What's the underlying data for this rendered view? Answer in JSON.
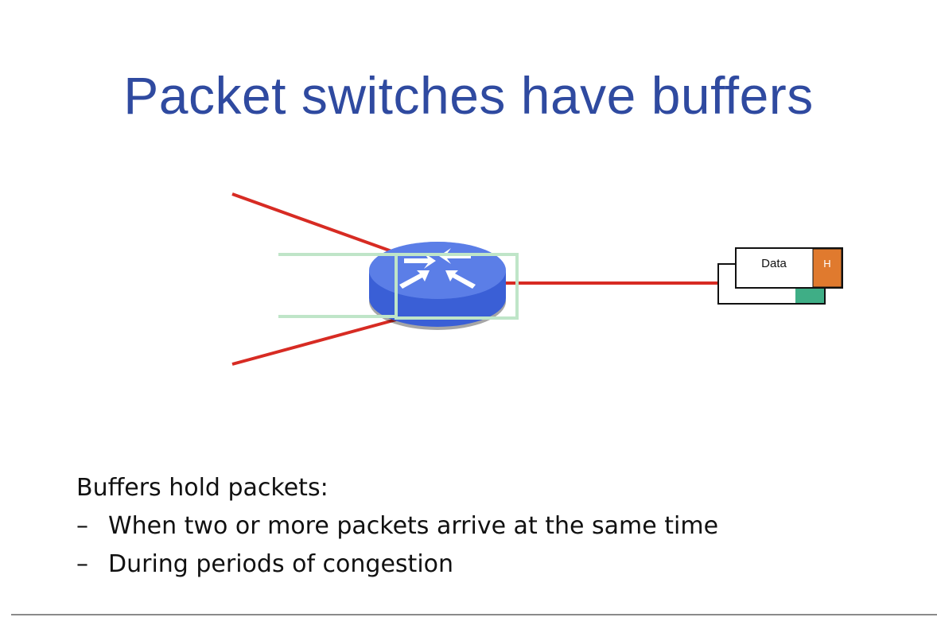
{
  "slide": {
    "title": "Packet switches have buffers"
  },
  "diagram": {
    "packet": {
      "data_label": "Data",
      "header_label": "H"
    },
    "colors": {
      "link": "#d72b23",
      "router": "#4f73e0",
      "buffer_outline": "#bfe5c8",
      "header": "#e07a2e",
      "trailer": "#3fae86"
    }
  },
  "bullets": {
    "heading": "Buffers hold packets:",
    "items": [
      "When two or more packets arrive at the same time",
      "During periods of congestion"
    ],
    "dash": "–"
  }
}
